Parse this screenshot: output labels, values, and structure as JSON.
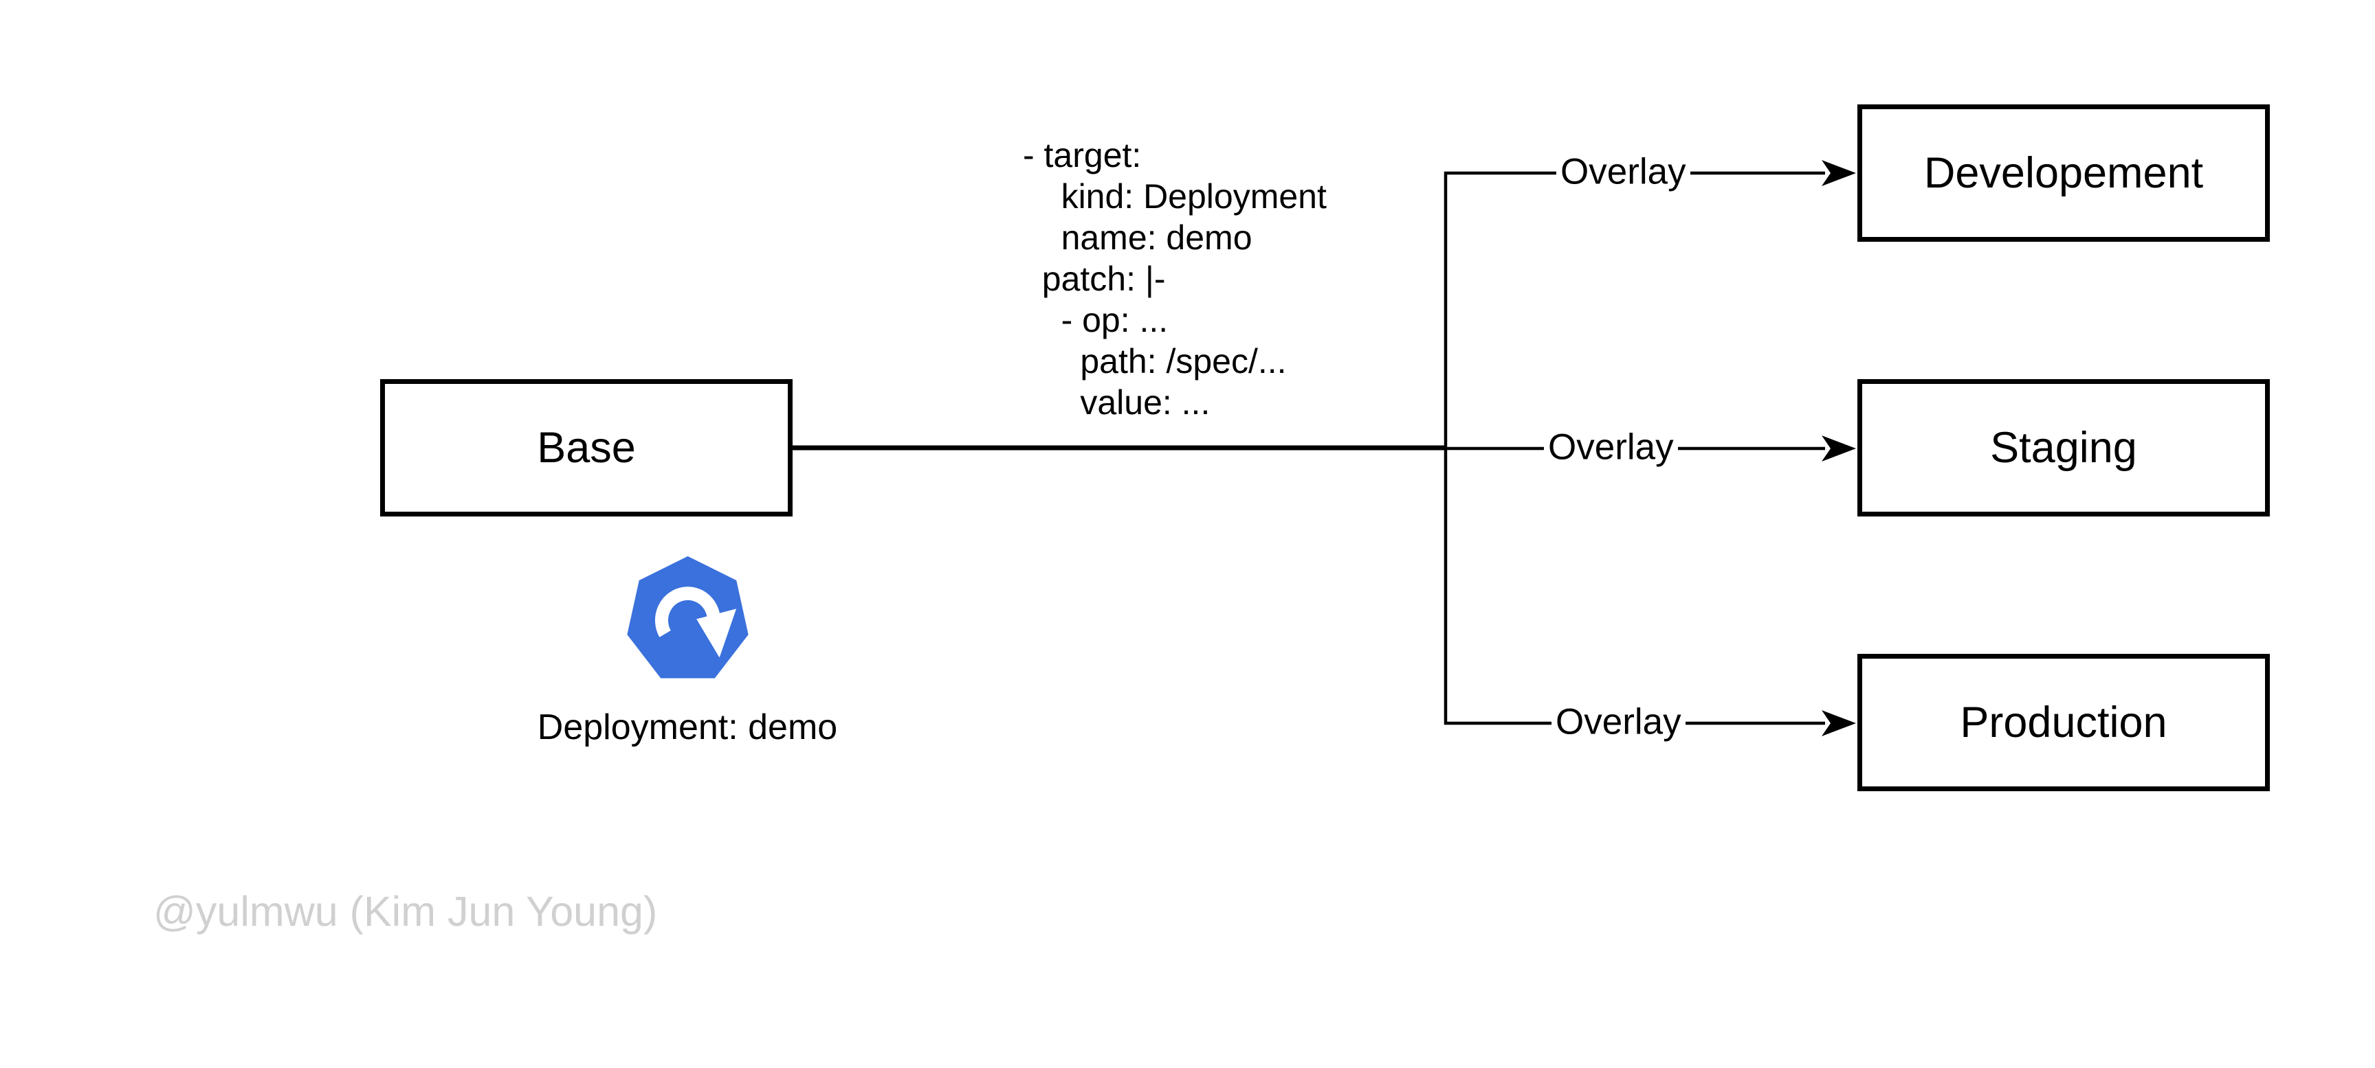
{
  "diagram": {
    "nodes": {
      "base": {
        "label": "Base"
      },
      "development": {
        "label": "Developement"
      },
      "staging": {
        "label": "Staging"
      },
      "production": {
        "label": "Production"
      }
    },
    "edges": {
      "overlay_top": {
        "label": "Overlay"
      },
      "overlay_middle": {
        "label": "Overlay"
      },
      "overlay_bottom": {
        "label": "Overlay"
      }
    },
    "patch_annotation": "- target:\n    kind: Deployment\n    name: demo\n  patch: |-\n    - op: ...\n      path: /spec/...\n      value: ...",
    "deployment_caption": "Deployment: demo",
    "icon": {
      "name": "kubernetes-deployment-icon",
      "color": "#3A71DC"
    },
    "watermark": "@yulmwu (Kim Jun Young)",
    "colors": {
      "background": "#ffffff",
      "line": "#000000",
      "box_border": "#000000",
      "text": "#000000",
      "watermark_text": "#d0d0d0",
      "kubernetes_blue": "#3A71DC",
      "icon_glyph": "#ffffff"
    }
  }
}
